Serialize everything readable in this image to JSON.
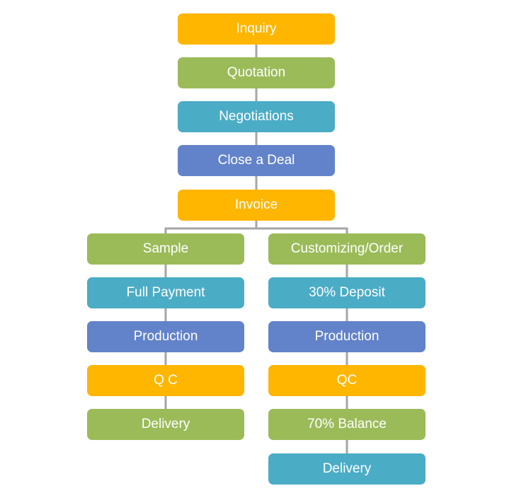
{
  "colors": {
    "orange": "#FFB600",
    "green": "#9BBB59",
    "teal": "#4BACC6",
    "blue": "#6283CA",
    "connector": "#A6A6A6"
  },
  "main": {
    "inquiry": "Inquiry",
    "quotation": "Quotation",
    "negotiations": "Negotiations",
    "close_deal": "Close a Deal",
    "invoice": "Invoice"
  },
  "sample_branch": {
    "sample": "Sample",
    "full_payment": "Full Payment",
    "production": "Production",
    "qc": "Q C",
    "delivery": "Delivery"
  },
  "order_branch": {
    "customizing_order": "Customizing/Order",
    "deposit": "30% Deposit",
    "production": "Production",
    "qc": "QC",
    "balance": "70% Balance",
    "delivery": "Delivery"
  }
}
